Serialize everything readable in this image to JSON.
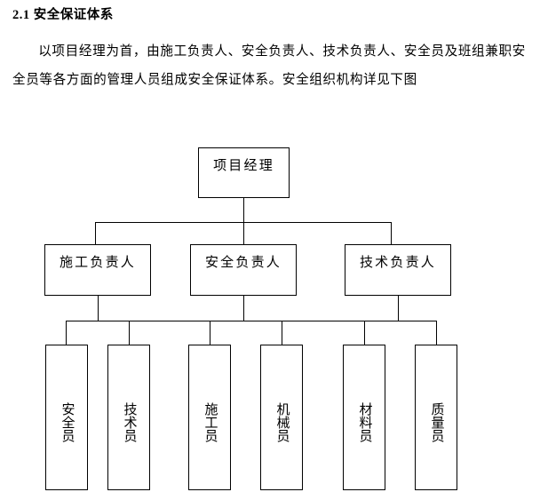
{
  "document": {
    "heading": "2.1 安全保证体系",
    "paragraph": "以项目经理为首，由施工负责人、安全负责人、技术负责人、安全员及班组兼职安全员等各方面的管理人员组成安全保证体系。安全组织机构详见下图"
  },
  "orgchart": {
    "level1": [
      {
        "label": "项目经理"
      }
    ],
    "level2": [
      {
        "label": "施工负责人"
      },
      {
        "label": "安全负责人"
      },
      {
        "label": "技术负责人"
      }
    ],
    "level3": [
      {
        "label": "安全员",
        "chars": [
          "安",
          "全",
          "员"
        ]
      },
      {
        "label": "技术员",
        "chars": [
          "技",
          "术",
          "员"
        ]
      },
      {
        "label": "施工员",
        "chars": [
          "施",
          "工",
          "员"
        ]
      },
      {
        "label": "机械员",
        "chars": [
          "机",
          "械",
          "员"
        ]
      },
      {
        "label": "材料员",
        "chars": [
          "材",
          "料",
          "员"
        ]
      },
      {
        "label": "质量员",
        "chars": [
          "质",
          "量",
          "员"
        ]
      }
    ]
  },
  "colors": {
    "page_background": "#ffffff",
    "text": "#000000",
    "box_border": "#000000",
    "connector": "#000000"
  }
}
